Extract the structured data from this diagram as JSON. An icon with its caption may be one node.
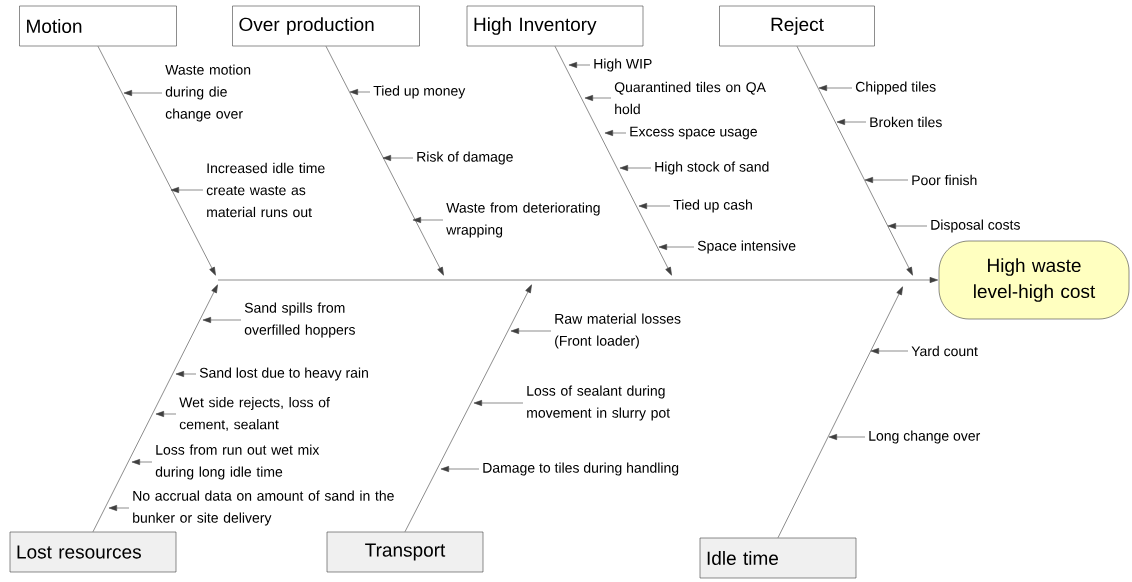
{
  "diagram": {
    "nodes": [
      {
        "text": [
          "Motion"
        ]
      },
      {
        "text": [
          "Over production"
        ]
      },
      {
        "text": [
          "High Inventory"
        ]
      },
      {
        "text": [
          "Reject"
        ]
      },
      {
        "text": [
          "Waste motion during die change over"
        ]
      },
      {
        "text": [
          "Increased idle time create waste as material runs out"
        ]
      },
      {
        "text": [
          "Tied up money"
        ]
      },
      {
        "text": [
          "Risk of damage"
        ]
      },
      {
        "text": [
          "Waste from deteriorating wrapping"
        ]
      },
      {
        "text": [
          "High WIP"
        ]
      },
      {
        "text": [
          "Quarantined tiles on QA hold"
        ]
      },
      {
        "text": [
          "Excess space usage"
        ]
      },
      {
        "text": [
          "High stock of sand"
        ]
      },
      {
        "text": [
          "Tied up cash"
        ]
      },
      {
        "text": [
          "Space intensive"
        ]
      },
      {
        "text": [
          "Chipped tiles"
        ]
      },
      {
        "text": [
          "Broken tiles"
        ]
      },
      {
        "text": [
          "Poor finish"
        ]
      },
      {
        "text": [
          "Disposal costs"
        ]
      },
      {
        "text": [
          "High waste level-high cost"
        ]
      },
      {
        "text": [
          "Sand spills from overfilled hoppers"
        ]
      },
      {
        "text": [
          "Sand lost due to heavy rain"
        ]
      },
      {
        "text": [
          "Wet side rejects, loss of cement, sealant"
        ]
      },
      {
        "text": [
          "Loss from run out wet mix during long idle time"
        ]
      },
      {
        "text": [
          "No accrual data on amount of sand in the bunker or site delivery"
        ]
      },
      {
        "text": [
          "Raw material losses (Front loader)"
        ]
      },
      {
        "text": [
          "Loss of sealant during movement in slurry pot"
        ]
      },
      {
        "text": [
          "Damage to tiles during handling"
        ]
      },
      {
        "text": [
          "Yard count"
        ]
      },
      {
        "text": [
          "Long change over"
        ]
      },
      {
        "text": [
          "Lost resources"
        ]
      },
      {
        "text": [
          "Transport"
        ]
      },
      {
        "text": [
          "Idle time"
        ]
      }
    ],
    "edges": [
      {
        "from": 0,
        "to": null,
        "arrow": "to"
      },
      {
        "from": 1,
        "to": null,
        "arrow": "to"
      },
      {
        "from": 2,
        "to": null,
        "arrow": "to"
      },
      {
        "from": 3,
        "to": null,
        "arrow": "to"
      },
      {
        "from": 30,
        "to": null,
        "arrow": "to"
      },
      {
        "from": 31,
        "to": null,
        "arrow": "to"
      },
      {
        "from": 32,
        "to": null,
        "arrow": "to"
      },
      {
        "from": null,
        "to": 19,
        "arrow": "to"
      },
      {
        "from": 4,
        "to": null,
        "arrow": "to"
      },
      {
        "from": 5,
        "to": null,
        "arrow": "to"
      },
      {
        "from": 6,
        "to": null,
        "arrow": "to"
      },
      {
        "from": 7,
        "to": null,
        "arrow": "to"
      },
      {
        "from": 8,
        "to": null,
        "arrow": "to"
      },
      {
        "from": 9,
        "to": null,
        "arrow": "to"
      },
      {
        "from": 10,
        "to": null,
        "arrow": "to"
      },
      {
        "from": 11,
        "to": null,
        "arrow": "to"
      },
      {
        "from": 12,
        "to": null,
        "arrow": "to"
      },
      {
        "from": 13,
        "to": null,
        "arrow": "to"
      },
      {
        "from": 14,
        "to": null,
        "arrow": "to"
      },
      {
        "from": 15,
        "to": null,
        "arrow": "to"
      },
      {
        "from": 16,
        "to": null,
        "arrow": "to"
      },
      {
        "from": 17,
        "to": null,
        "arrow": "to"
      },
      {
        "from": 18,
        "to": null,
        "arrow": "to"
      },
      {
        "from": 20,
        "to": null,
        "arrow": "to"
      },
      {
        "from": 21,
        "to": null,
        "arrow": "to"
      },
      {
        "from": 22,
        "to": null,
        "arrow": "to"
      },
      {
        "from": 23,
        "to": null,
        "arrow": "to"
      },
      {
        "from": 24,
        "to": null,
        "arrow": "to"
      },
      {
        "from": 25,
        "to": null,
        "arrow": "to"
      },
      {
        "from": 26,
        "to": null,
        "arrow": "to"
      },
      {
        "from": 27,
        "to": null,
        "arrow": "to"
      },
      {
        "from": 28,
        "to": null,
        "arrow": "to"
      },
      {
        "from": 29,
        "to": null,
        "arrow": "to"
      }
    ]
  }
}
